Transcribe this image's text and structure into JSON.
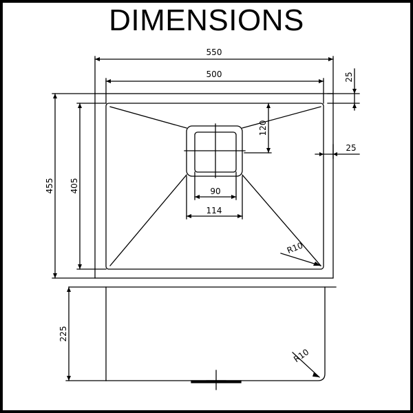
{
  "title": "DIMENSIONS",
  "dimensions": {
    "overall_width": "550",
    "bowl_width": "500",
    "rim_offset_top": "25",
    "rim_offset_side": "25",
    "overall_depth": "455",
    "bowl_depth": "405",
    "drain_offset": "120",
    "drain_inner": "90",
    "drain_outer": "114",
    "corner_radius_top": "R10",
    "height": "225",
    "corner_radius_side": "R10"
  },
  "colors": {
    "line": "#000000",
    "background": "#ffffff"
  }
}
